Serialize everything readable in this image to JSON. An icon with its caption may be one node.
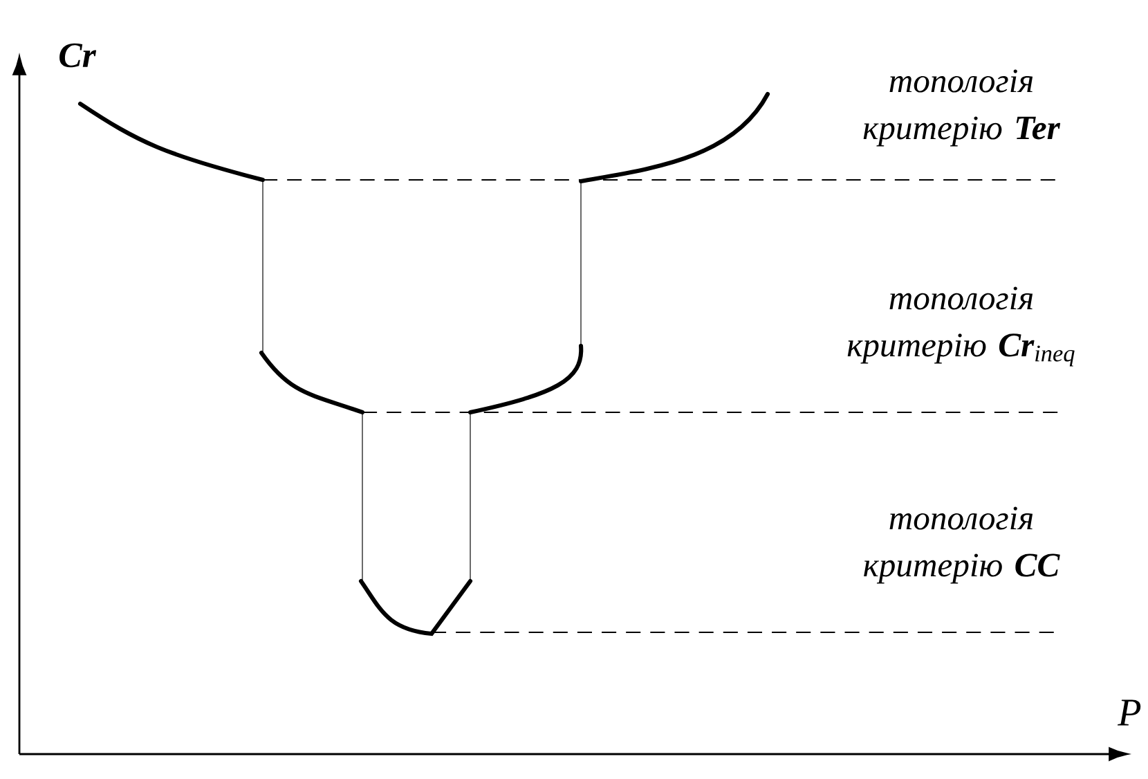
{
  "diagram": {
    "labels": [
      "Cr",
      "топологія критерію **Ter**",
      "топологія критерію **Cr**$_{ineq}$",
      "топологія критерію **CC**",
      "P"
    ]
  }
}
